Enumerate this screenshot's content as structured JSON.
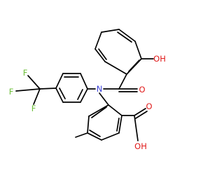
{
  "molecule": {
    "atoms": {
      "F1": "F",
      "F2": "F",
      "F3": "F",
      "N": "N",
      "O_carbonyl": "O",
      "OH_phenol": "OH",
      "O_acid": "O",
      "OH_acid": "OH"
    }
  },
  "colors": {
    "bond": "#000000",
    "fluorine": "#6dbf3a",
    "nitrogen": "#3b42d9",
    "oxygen": "#e01a1a"
  }
}
